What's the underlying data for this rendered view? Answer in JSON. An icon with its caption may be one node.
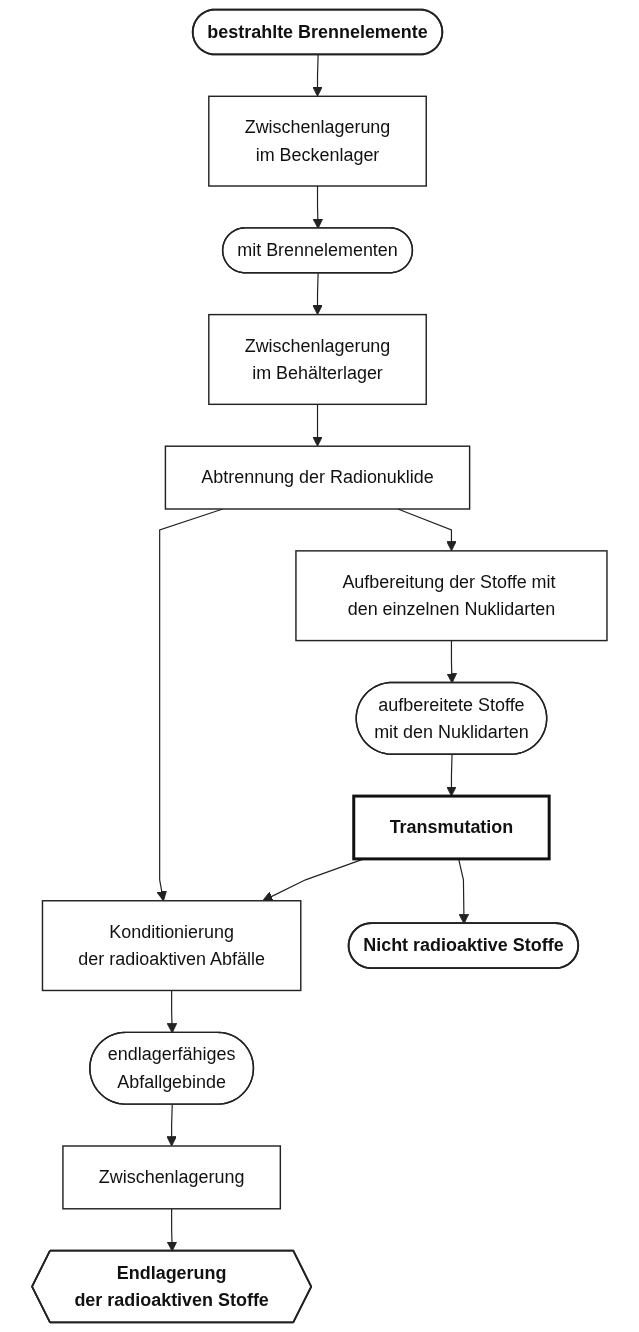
{
  "diagram": {
    "nodes": [
      {
        "text": [
          "bestrahlte Brennelemente"
        ]
      },
      {
        "text": [
          "Zwischenlagerung",
          "im Beckenlager"
        ]
      },
      {
        "text": [
          "mit Brennelementen"
        ]
      },
      {
        "text": [
          "Zwischenlagerung",
          "im Behälterlager"
        ]
      },
      {
        "text": [
          "Abtrennung der Radionuklide"
        ]
      },
      {
        "text": [
          "Aufbereitung der Stoffe mit den einzelnen Nuklidarten"
        ]
      },
      {
        "text": [
          "aufbereitete Stoffe",
          "mit den Nuklidarten"
        ]
      },
      {
        "text": [
          "Transmutation"
        ]
      },
      {
        "text": [
          "Konditionierung",
          "der radioaktiven Abfälle"
        ]
      },
      {
        "text": [
          "endlagerfähiges",
          "Abfallgebinde"
        ]
      },
      {
        "text": [
          "Zwischenlagerung"
        ]
      },
      {
        "text": [
          "Nicht radioaktive Stoffe"
        ]
      },
      {
        "text": [
          "Endlagerung",
          "der radioaktiven Stoffe"
        ]
      }
    ],
    "edges": [
      {
        "from": 0,
        "to": 1,
        "arrow": "to"
      },
      {
        "from": 1,
        "to": 2,
        "arrow": "to"
      },
      {
        "from": 2,
        "to": 3,
        "arrow": "to"
      },
      {
        "from": 3,
        "to": 4,
        "arrow": "to"
      },
      {
        "from": 4,
        "to": 5,
        "arrow": "to"
      },
      {
        "from": 5,
        "to": 6,
        "arrow": "to"
      },
      {
        "from": 6,
        "to": 7,
        "arrow": "to"
      },
      {
        "from": 4,
        "to": 8,
        "arrow": "to"
      },
      {
        "from": 7,
        "to": 8,
        "arrow": "to"
      },
      {
        "from": 8,
        "to": 9,
        "arrow": "to"
      },
      {
        "from": 9,
        "to": 10,
        "arrow": "to"
      },
      {
        "from": 7,
        "to": 11,
        "arrow": "to"
      },
      {
        "from": 10,
        "to": 12,
        "arrow": "to"
      }
    ]
  }
}
